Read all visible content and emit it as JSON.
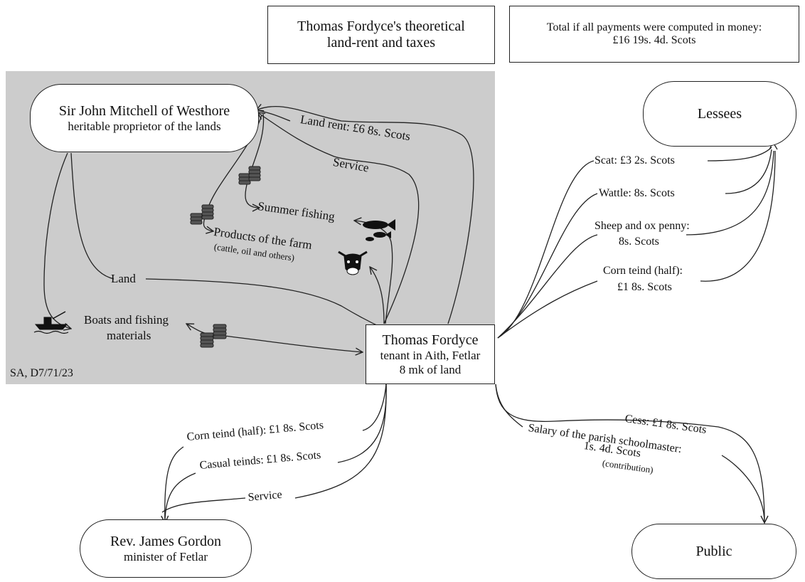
{
  "title": {
    "line1": "Thomas Fordyce's theoretical",
    "line2": "land-rent and taxes"
  },
  "total_box": {
    "line1": "Total if all payments were computed in money:",
    "line2": "£16 19s. 4d. Scots"
  },
  "source_ref": "SA, D7/71/23",
  "nodes": {
    "proprietor": {
      "name": "Sir John Mitchell of Westhore",
      "role": "heritable proprietor of the lands"
    },
    "tenant": {
      "name": "Thomas Fordyce",
      "role": "tenant in Aith, Fetlar",
      "land": "8 mk of land"
    },
    "lessees": {
      "name": "Lessees"
    },
    "public": {
      "name": "Public"
    },
    "minister": {
      "name": "Rev. James Gordon",
      "role": "minister of Fetlar"
    }
  },
  "edges": {
    "land_rent": "Land rent: £6 8s. Scots",
    "service_proprietor": "Service",
    "summer_fishing": "Summer fishing",
    "products": "Products of the farm",
    "products_note": "(cattle, oil and others)",
    "land": "Land",
    "boats": {
      "line1": "Boats and fishing",
      "line2": "materials"
    },
    "scat": "Scat: £3 2s. Scots",
    "wattle": "Wattle: 8s. Scots",
    "sheep_ox": {
      "line1": "Sheep and ox penny:",
      "line2": "8s. Scots"
    },
    "corn_teind_lessees": {
      "line1": "Corn teind (half):",
      "line2": "£1 8s. Scots"
    },
    "corn_teind_minister": "Corn teind (half): £1 8s. Scots",
    "casual_teinds": "Casual teinds: £1 8s. Scots",
    "service_minister": "Service",
    "cess": "Cess: £1 8s. Scots",
    "salary": {
      "line1": "Salary of the parish schoolmaster:",
      "line2": "1s. 4d. Scots",
      "note": "(contribution)"
    }
  },
  "icons": [
    "coins-icon",
    "fish-icon",
    "cow-icon",
    "fishing-boat-icon"
  ],
  "colors": {
    "shaded_background": "#cccccc",
    "line": "#222222"
  }
}
